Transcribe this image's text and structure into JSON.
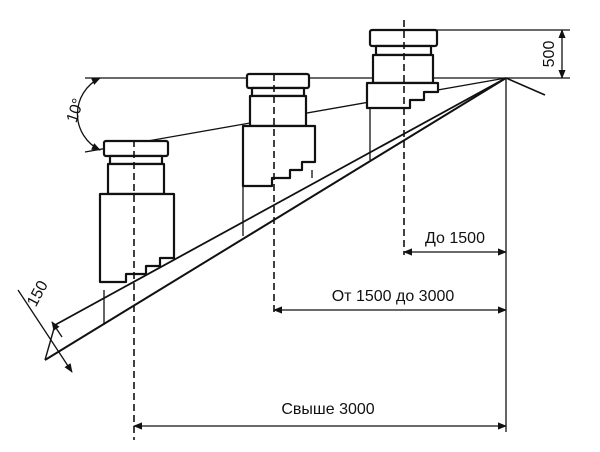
{
  "labels": {
    "angle": "10°",
    "height_above_ridge": "500",
    "offset": "150",
    "zone_near": "До 1500",
    "zone_mid": "От 1500 до 3000",
    "zone_far": "Свыше 3000"
  }
}
